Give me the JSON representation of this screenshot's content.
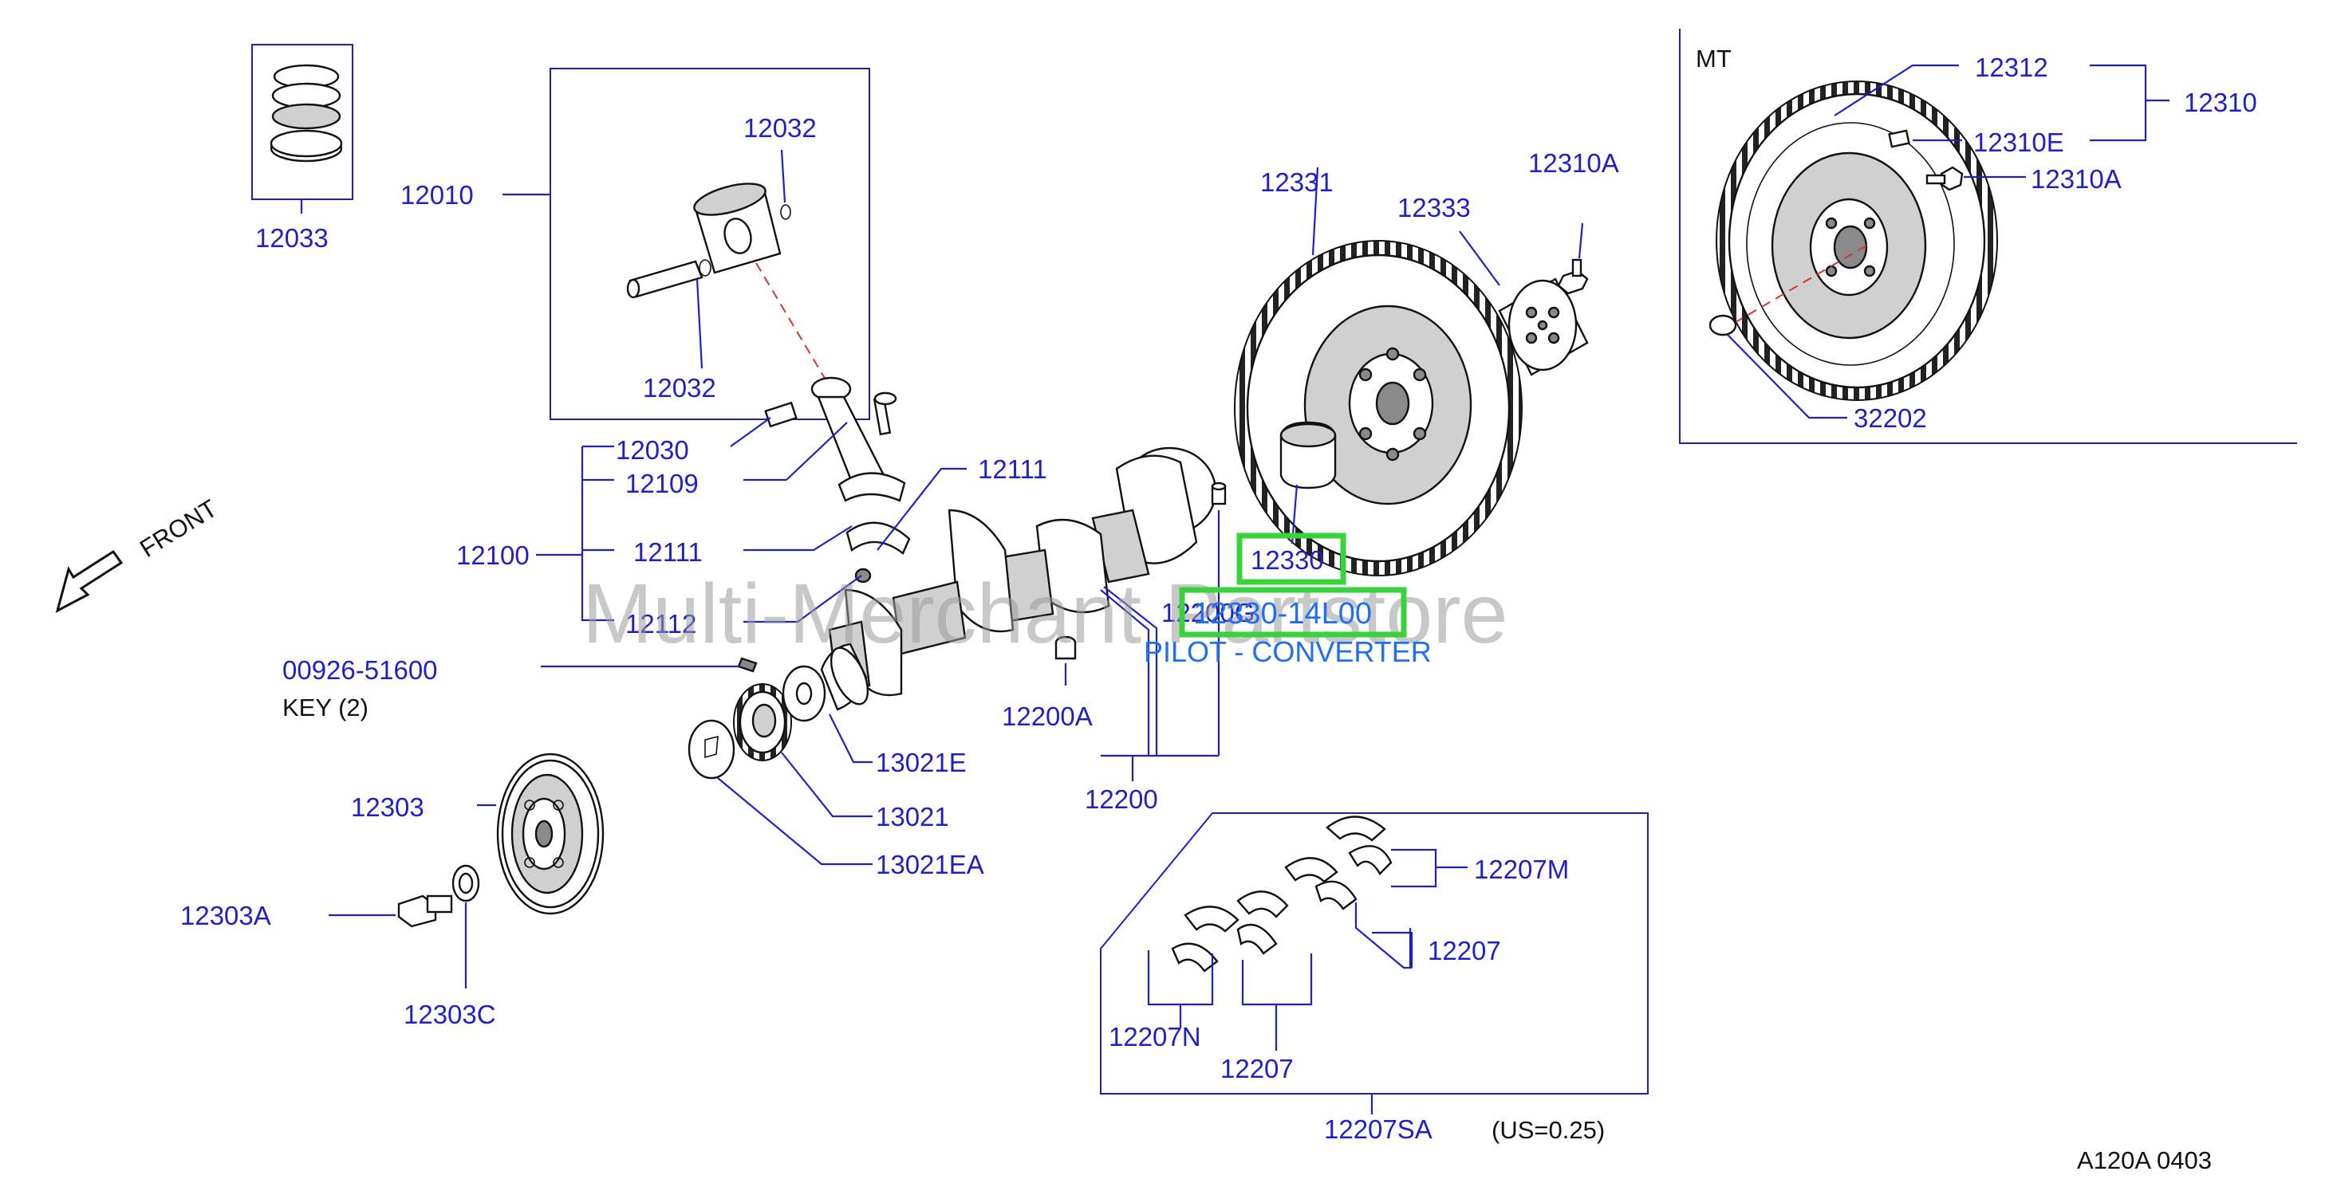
{
  "watermark": "Multi-Merchant Partstore",
  "front": "FRONT",
  "mt": "MT",
  "diagram_code": "A120A   0403",
  "key_label": "KEY   (2)",
  "us_note": "(US=0.25)",
  "highlight": {
    "part_no": "12330",
    "replacement": "12330-14L00",
    "desc": "PILOT - CONVERTER",
    "overlap_part": "12200G"
  },
  "parts": {
    "p12033": "12033",
    "p12010": "12010",
    "p12032a": "12032",
    "p12032b": "12032",
    "p12030": "12030",
    "p12109": "12109",
    "p12100": "12100",
    "p12111a": "12111",
    "p12111b": "12111",
    "p12112": "12112",
    "p00926": "00926-51600",
    "p12303": "12303",
    "p12303A": "12303A",
    "p12303C": "12303C",
    "p13021E": "13021E",
    "p13021": "13021",
    "p13021EA": "13021EA",
    "p12200A": "12200A",
    "p12200": "12200",
    "p12331": "12331",
    "p12333": "12333",
    "p12310A": "12310A",
    "p12312": "12312",
    "p12310": "12310",
    "p12310E": "12310E",
    "p12310A2": "12310A",
    "p32202": "32202",
    "p12207M": "12207M",
    "p12207a": "12207",
    "p12207N": "12207N",
    "p12207b": "12207",
    "p12207SA": "12207SA"
  }
}
